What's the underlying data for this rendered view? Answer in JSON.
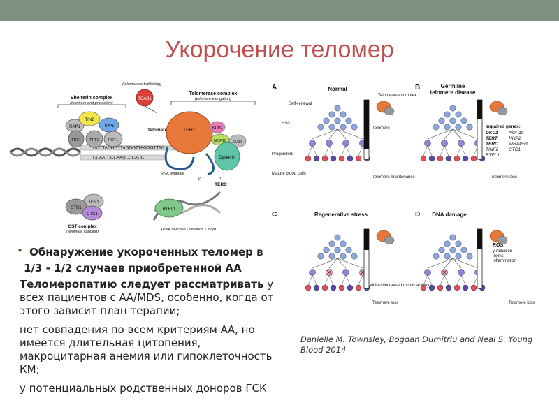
{
  "slide": {
    "title": "Укорочение теломер",
    "bullet_1a": "Обнаружение укороченных теломер в",
    "bullet_1b": "1/3 - 1/2 случаев приобретенной АА",
    "para_2_bold": "Теломеропатию следует рассматривать",
    "para_2_rest": " у всех пациентов с АА/MDS, особенно, когда от этого зависит план терапии;",
    "para_3": "нет совпадения по всем критериям АА, но имеется длительная цитопения, макроцитарная анемия или гипоклеточность КМ;",
    "para_4": "у потенциальных родственных доноров ГСК",
    "citation_line1": "Danielle M. Townsley, Bogdan Dumitriu and Neal S. Young",
    "citation_line2": "Blood 2014"
  },
  "figure_left": {
    "telomerase_trafficking": "(telomerase trafficking)",
    "tcab1": "TCAB1",
    "shelterin_title": "Shelterin complex",
    "shelterin_sub": "(telomere end protection)",
    "telomerase_title": "Telomerase complex",
    "telomerase_sub": "(telomere elongation)",
    "proteins": {
      "tin2": "TIN2",
      "rap1": "RAP1",
      "tpp1": "TPP1",
      "trf1": "TRF1",
      "trf2": "TRF2",
      "pot1": "POT1",
      "tert": "TERT",
      "nhp2": "NHP2",
      "nop10": "NOP10",
      "gar": "GAR",
      "dyskerin": "Dyskerin"
    },
    "telomere_label": "Telomere",
    "seq_top": "GGTTAGGGTTAGGGTTAGGGTTAG",
    "seq_bottom": "CCAATCCCAAUCCCAUC",
    "rna_template": "RNA template",
    "five_prime": "5'",
    "three_prime": "3'",
    "terc": "TERC",
    "cst": {
      "ten1": "TEN1",
      "stn1": "STN1",
      "ctc1": "CTC1",
      "title": "CST complex",
      "sub": "(telomere capping)"
    },
    "rtel1": "RTEL1",
    "rtel1_sub": "(DNA helicase - unwinds T loop)"
  },
  "figure_right": {
    "panel_a": {
      "letter": "A",
      "title": "Normal",
      "self_renewal": "Self-renewal",
      "hsc": "HSC",
      "progenitors": "Progenitors",
      "mature": "Mature blood cells",
      "telomerase_complex": "Telomerase complex",
      "telomere": "Telomere",
      "telomere_maintenance": "Telomere maintenance"
    },
    "panel_b": {
      "letter": "B",
      "title_1": "Germline",
      "title_2": "telomere disease",
      "impaired": "Impaired genes:",
      "genes_left": [
        "DKC1",
        "TERT",
        "TERC",
        "TINF2",
        "RTEL1"
      ],
      "genes_right": [
        "NOP10",
        "NHP2",
        "WRAP53",
        "CTC1"
      ],
      "telomere_loss": "Telomere loss"
    },
    "panel_c": {
      "letter": "C",
      "title": "Regenerative stress",
      "cell_loss": "Cell loss/increased mitotic activity",
      "telomere_loss": "Telomere loss"
    },
    "panel_d": {
      "letter": "D",
      "title": "DNA damage",
      "ros": "ROS:",
      "ros_items": [
        "γ-radiation",
        "toxins",
        "inflammation"
      ],
      "telomere_loss": "Telomere loss"
    }
  },
  "colors": {
    "accent_title": "#c0504d",
    "topbar": "#7f9083",
    "bullet": "#4f6228",
    "hsc_cell": "#8fa8d8",
    "progenitor": "#9b7fd0",
    "mature_red": "#e0505a",
    "mature_purple": "#5a4aa0",
    "telomerase": "#e8783a"
  }
}
